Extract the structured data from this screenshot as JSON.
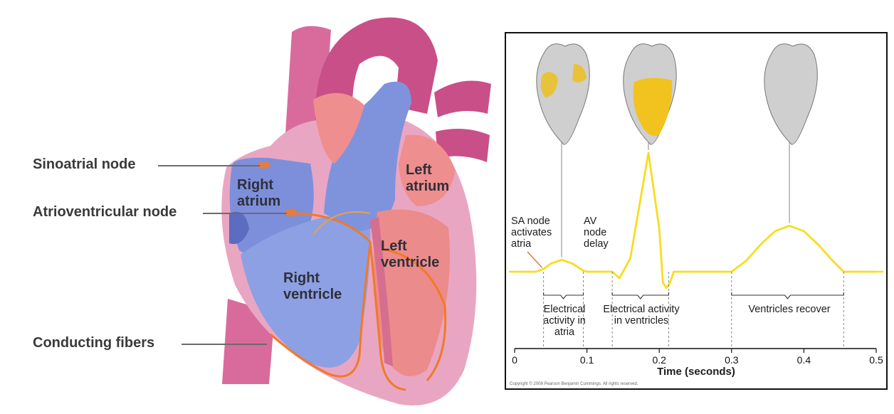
{
  "heart_labels": {
    "sinoatrial": "Sinoatrial node",
    "atrioventricular": "Atrioventricular node",
    "conducting": "Conducting fibers"
  },
  "chambers": {
    "right_atrium": [
      "Right",
      "atrium"
    ],
    "left_atrium": [
      "Left",
      "atrium"
    ],
    "right_ventricle": [
      "Right",
      "ventricle"
    ],
    "left_ventricle": [
      "Left",
      "ventricle"
    ]
  },
  "ecg": {
    "annotations": {
      "sa_node": [
        "SA node",
        "activates",
        "atria"
      ],
      "av_node": [
        "AV",
        "node",
        "delay"
      ]
    },
    "phases": {
      "atria": [
        "Electrical",
        "activity in",
        "atria"
      ],
      "ventricles": [
        "Electrical activity",
        "in ventricles"
      ],
      "recover": [
        "Ventricles recover"
      ]
    },
    "copyright": "Copyright © 2008 Pearson Benjamin Cummings. All rights reserved."
  },
  "chart_data": {
    "type": "line",
    "xlabel": "Time (seconds)",
    "ylabel": "",
    "xlim": [
      0,
      0.5
    ],
    "xticks": [
      "0",
      "0.1",
      "0.2",
      "0.3",
      "0.4",
      "0.5"
    ],
    "x": [
      0.0,
      0.03,
      0.04,
      0.05,
      0.065,
      0.08,
      0.095,
      0.1,
      0.135,
      0.145,
      0.16,
      0.185,
      0.2,
      0.205,
      0.21,
      0.215,
      0.22,
      0.3,
      0.32,
      0.34,
      0.36,
      0.38,
      0.4,
      0.42,
      0.44,
      0.455,
      0.5
    ],
    "y": [
      0,
      0,
      0.5,
      1.5,
      2.2,
      1.5,
      0.2,
      0,
      0,
      -1.2,
      2.5,
      22,
      8,
      -2,
      -3,
      -2,
      0,
      0,
      2,
      5,
      7.5,
      8.5,
      7.5,
      5,
      2,
      0,
      0
    ],
    "phase_bounds": [
      [
        0.04,
        0.095
      ],
      [
        0.135,
        0.213
      ],
      [
        0.3,
        0.455
      ]
    ],
    "heart_markers": [
      0.065,
      0.185,
      0.38
    ],
    "trace_color": "#f7dd1f"
  }
}
